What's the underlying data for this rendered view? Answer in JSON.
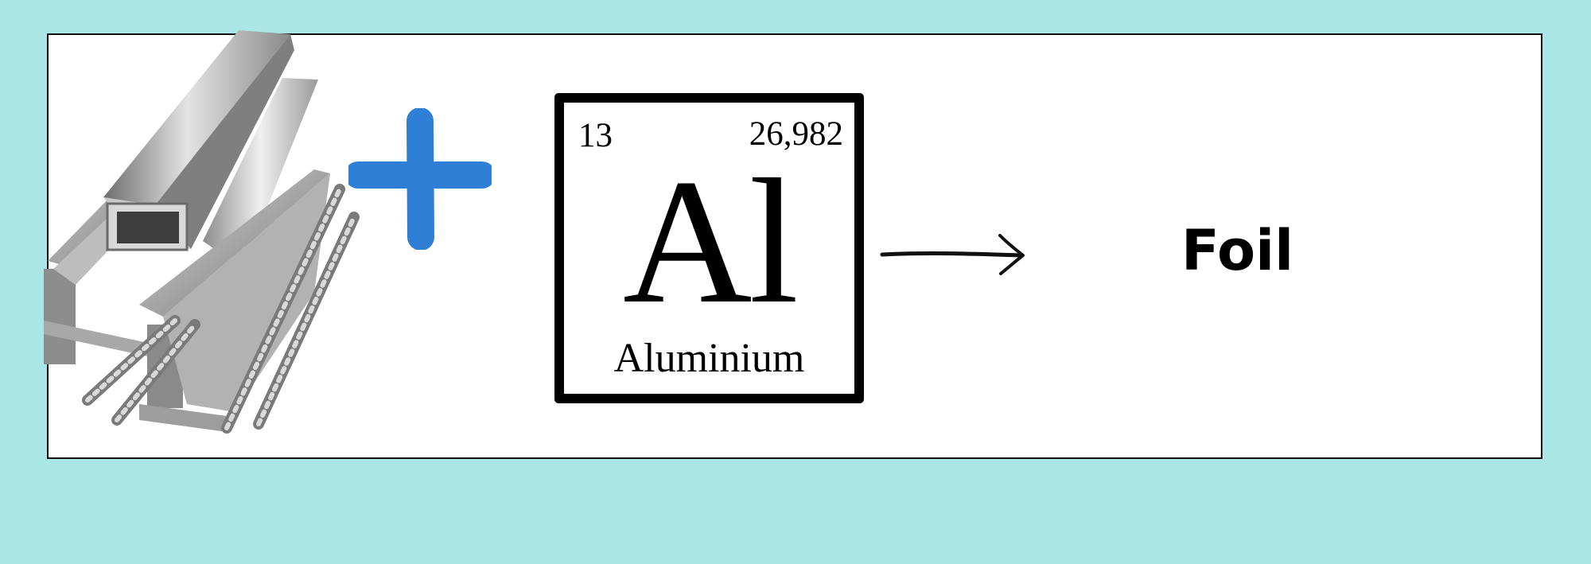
{
  "element": {
    "number": "13",
    "mass": "26,982",
    "symbol": "Al",
    "name": "Aluminium"
  },
  "operator": "+",
  "result": {
    "label": "Foil"
  },
  "icons": {
    "metal": "metal-profiles-icon",
    "plus": "plus-icon",
    "arrow": "arrow-right-icon"
  },
  "colors": {
    "background": "#abe6e7",
    "plus": "#2f7fd6",
    "metal": "#9e9e9e"
  }
}
